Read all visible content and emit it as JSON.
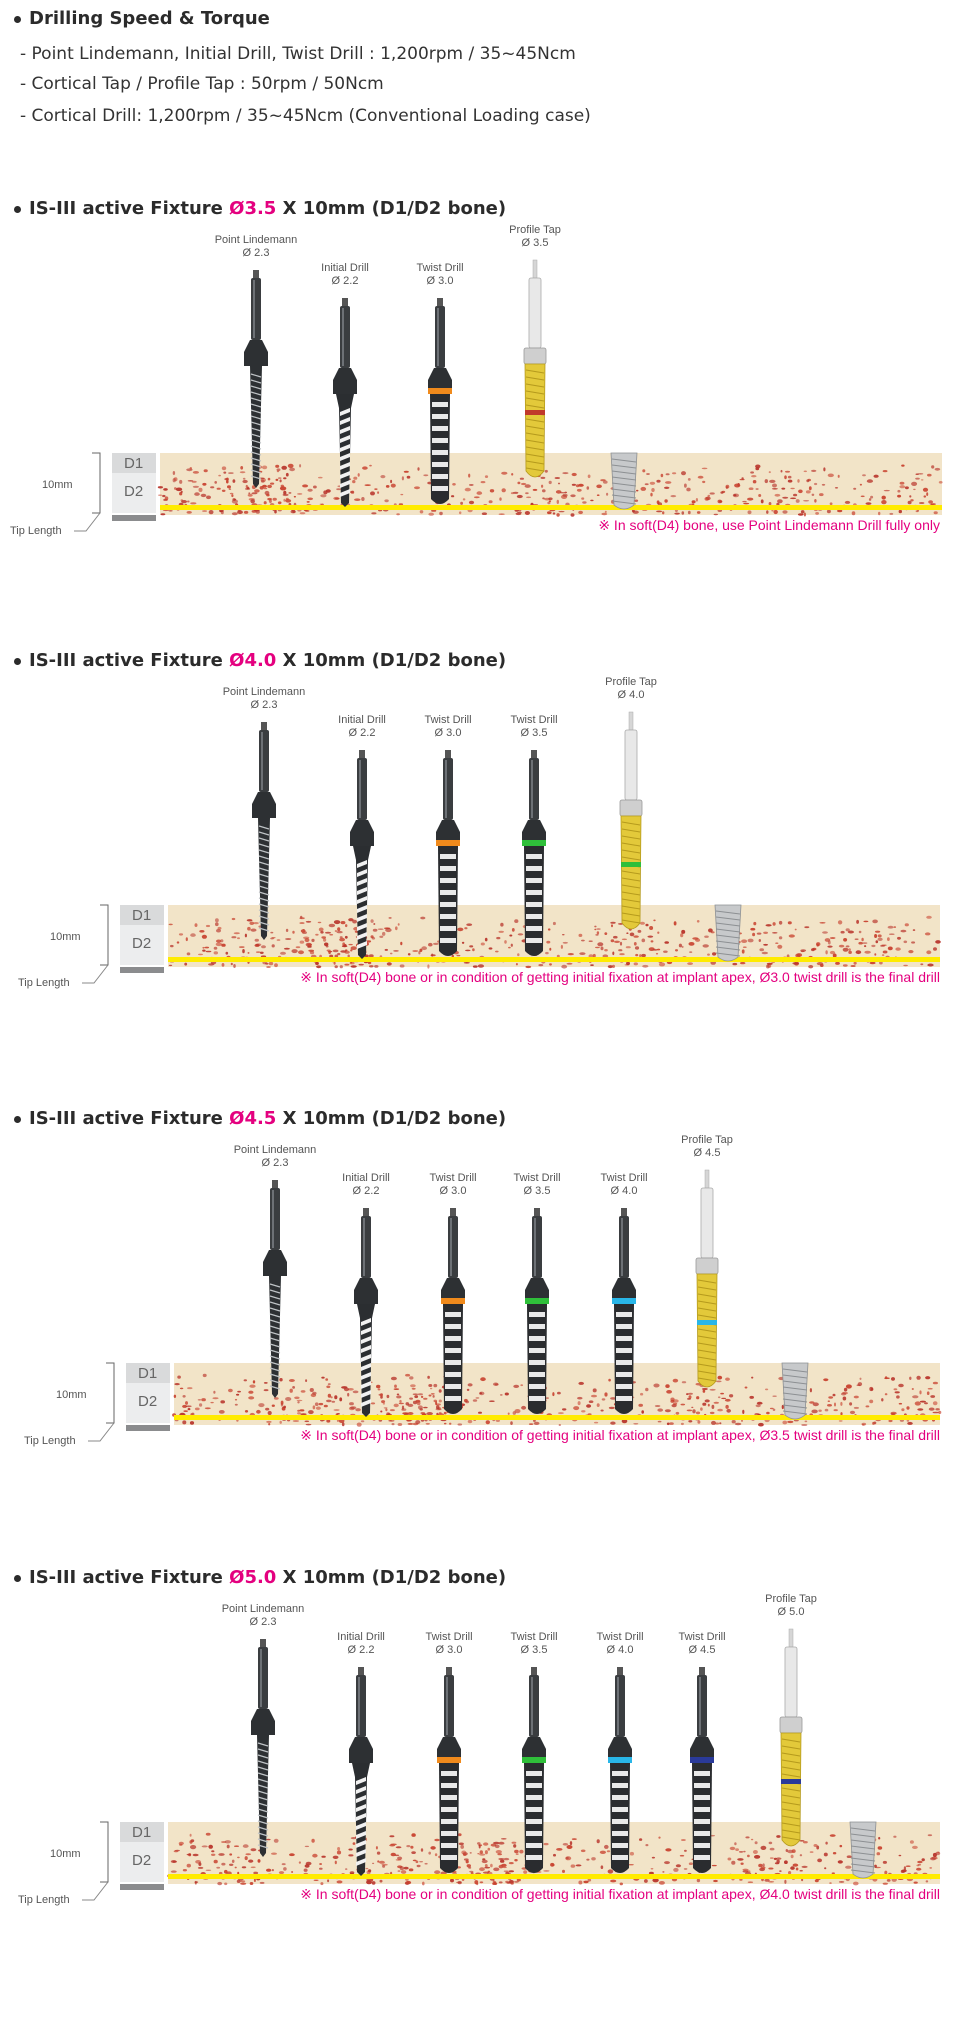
{
  "header": {
    "title": "Drilling Speed & Torque",
    "lines": [
      "- Point Lindemann, Initial Drill, Twist Drill : 1,200rpm / 35~45Ncm",
      "- Cortical Tap / Profile Tap : 50rpm / 50Ncm",
      "- Cortical Drill: 1,200rpm / 35~45Ncm (Conventional Loading case)"
    ]
  },
  "colors": {
    "accent": "#e4007f",
    "bone_line": "#ffeb00",
    "bone_bg": "#f2e6cf",
    "bone_spots": "#c8402d"
  },
  "sections": [
    {
      "title_prefix": "IS-III active Fixture ",
      "diameter": "Ø3.5",
      "title_suffix": " X 10mm (D1/D2 bone)",
      "labels": {
        "d1": "D1",
        "d2": "D2",
        "length": "10mm",
        "tip": "Tip Length"
      },
      "tools": [
        {
          "name": "Point Lindemann",
          "size": "Ø 2.3",
          "kind": "lindemann"
        },
        {
          "name": "Initial Drill",
          "size": "Ø 2.2",
          "kind": "initial"
        },
        {
          "name": "Twist Drill",
          "size": "Ø 3.0",
          "kind": "twist",
          "ring": "#f08a1c"
        },
        {
          "name": "Profile Tap",
          "size": "Ø 3.5",
          "kind": "tap",
          "ring": "#c0392b"
        }
      ],
      "note": "※ In soft(D4) bone, use Point Lindemann Drill fully only"
    },
    {
      "title_prefix": "IS-III active Fixture ",
      "diameter": "Ø4.0",
      "title_suffix": " X 10mm (D1/D2 bone)",
      "labels": {
        "d1": "D1",
        "d2": "D2",
        "length": "10mm",
        "tip": "Tip Length"
      },
      "tools": [
        {
          "name": "Point Lindemann",
          "size": "Ø 2.3",
          "kind": "lindemann"
        },
        {
          "name": "Initial Drill",
          "size": "Ø 2.2",
          "kind": "initial"
        },
        {
          "name": "Twist Drill",
          "size": "Ø 3.0",
          "kind": "twist",
          "ring": "#f08a1c"
        },
        {
          "name": "Twist Drill",
          "size": "Ø 3.5",
          "kind": "twist",
          "ring": "#2fbf3a"
        },
        {
          "name": "Profile Tap",
          "size": "Ø 4.0",
          "kind": "tap",
          "ring": "#2fbf3a"
        }
      ],
      "note": "※ In soft(D4) bone or in condition of getting initial fixation at implant apex, Ø3.0 twist drill is the final drill"
    },
    {
      "title_prefix": "IS-III active Fixture ",
      "diameter": "Ø4.5",
      "title_suffix": " X 10mm (D1/D2 bone)",
      "labels": {
        "d1": "D1",
        "d2": "D2",
        "length": "10mm",
        "tip": "Tip Length"
      },
      "tools": [
        {
          "name": "Point Lindemann",
          "size": "Ø 2.3",
          "kind": "lindemann"
        },
        {
          "name": "Initial Drill",
          "size": "Ø 2.2",
          "kind": "initial"
        },
        {
          "name": "Twist Drill",
          "size": "Ø 3.0",
          "kind": "twist",
          "ring": "#f08a1c"
        },
        {
          "name": "Twist Drill",
          "size": "Ø 3.5",
          "kind": "twist",
          "ring": "#2fbf3a"
        },
        {
          "name": "Twist Drill",
          "size": "Ø 4.0",
          "kind": "twist",
          "ring": "#29b6e8"
        },
        {
          "name": "Profile Tap",
          "size": "Ø 4.5",
          "kind": "tap",
          "ring": "#29b6e8"
        }
      ],
      "note": "※ In soft(D4) bone or in condition of getting initial fixation at implant apex, Ø3.5 twist drill is the final drill"
    },
    {
      "title_prefix": "IS-III active Fixture ",
      "diameter": "Ø5.0",
      "title_suffix": " X 10mm (D1/D2 bone)",
      "labels": {
        "d1": "D1",
        "d2": "D2",
        "length": "10mm",
        "tip": "Tip Length"
      },
      "tools": [
        {
          "name": "Point Lindemann",
          "size": "Ø 2.3",
          "kind": "lindemann"
        },
        {
          "name": "Initial Drill",
          "size": "Ø 2.2",
          "kind": "initial"
        },
        {
          "name": "Twist Drill",
          "size": "Ø 3.0",
          "kind": "twist",
          "ring": "#f08a1c"
        },
        {
          "name": "Twist Drill",
          "size": "Ø 3.5",
          "kind": "twist",
          "ring": "#2fbf3a"
        },
        {
          "name": "Twist Drill",
          "size": "Ø 4.0",
          "kind": "twist",
          "ring": "#29b6e8"
        },
        {
          "name": "Twist Drill",
          "size": "Ø 4.5",
          "kind": "twist",
          "ring": "#2a3a9a"
        },
        {
          "name": "Profile Tap",
          "size": "Ø 5.0",
          "kind": "tap",
          "ring": "#2a3a9a"
        }
      ],
      "note": "※ In soft(D4) bone or in condition of getting initial fixation at implant apex, Ø4.0 twist drill is the final drill"
    }
  ]
}
